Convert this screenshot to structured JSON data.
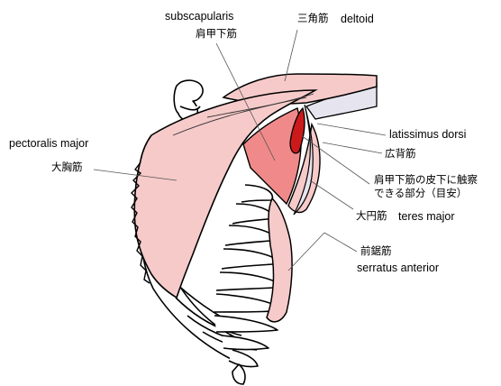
{
  "labels": {
    "subscapularis_en": "subscapularis",
    "subscapularis_jp": "肩甲下筋",
    "deltoid_jp": "三角筋",
    "deltoid_en": "deltoid",
    "latissimus_en": "latissimus dorsi",
    "latissimus_jp": "広背筋",
    "palpable_line1": "肩甲下筋の皮下に触察",
    "palpable_line2": "できる部分（目安）",
    "teres_jp": "大円筋",
    "teres_en": "teres major",
    "serratus_jp": "前鋸筋",
    "serratus_en": "serratus anterior",
    "pectoralis_en": "pectoralis major",
    "pectoralis_jp": "大胸筋"
  },
  "colors": {
    "muscle_fill": "#f7caca",
    "subscapularis_fill": "#f08a8a",
    "palpable_fill": "#cc1a1a",
    "latissimus_fill": "#e6e4ee",
    "outline": "#000000",
    "leader": "#555555"
  }
}
